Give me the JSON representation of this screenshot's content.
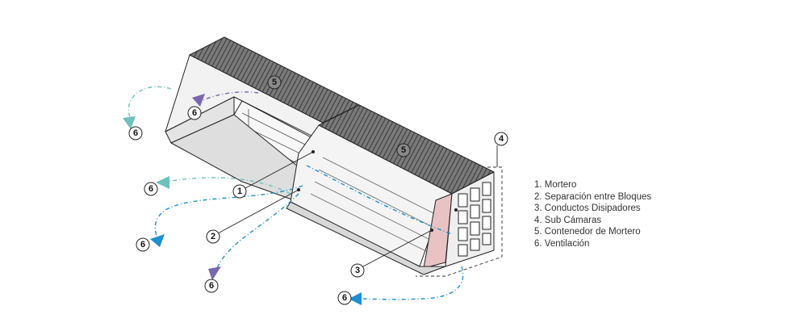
{
  "legend": {
    "items": [
      "1. Mortero",
      "2. Separación entre Bloques",
      "3. Conductos Disipadores",
      "4. Sub Cámaras",
      "5. Contenedor de Mortero",
      "6. Ventilación"
    ]
  },
  "callouts": {
    "mortero": "1",
    "separacion": "2",
    "conductos": "3",
    "sub_camaras": "4",
    "contenedor": "5",
    "ventilacion": "6"
  },
  "colors": {
    "line": "#222222",
    "block_top": "#5a5a5a",
    "block_face": "#ededed",
    "arrow_teal": "#6fc1bd",
    "arrow_blue": "#1e8fd1",
    "arrow_purple": "#7a67b0",
    "mortar_fill": "#e9c3c3"
  }
}
